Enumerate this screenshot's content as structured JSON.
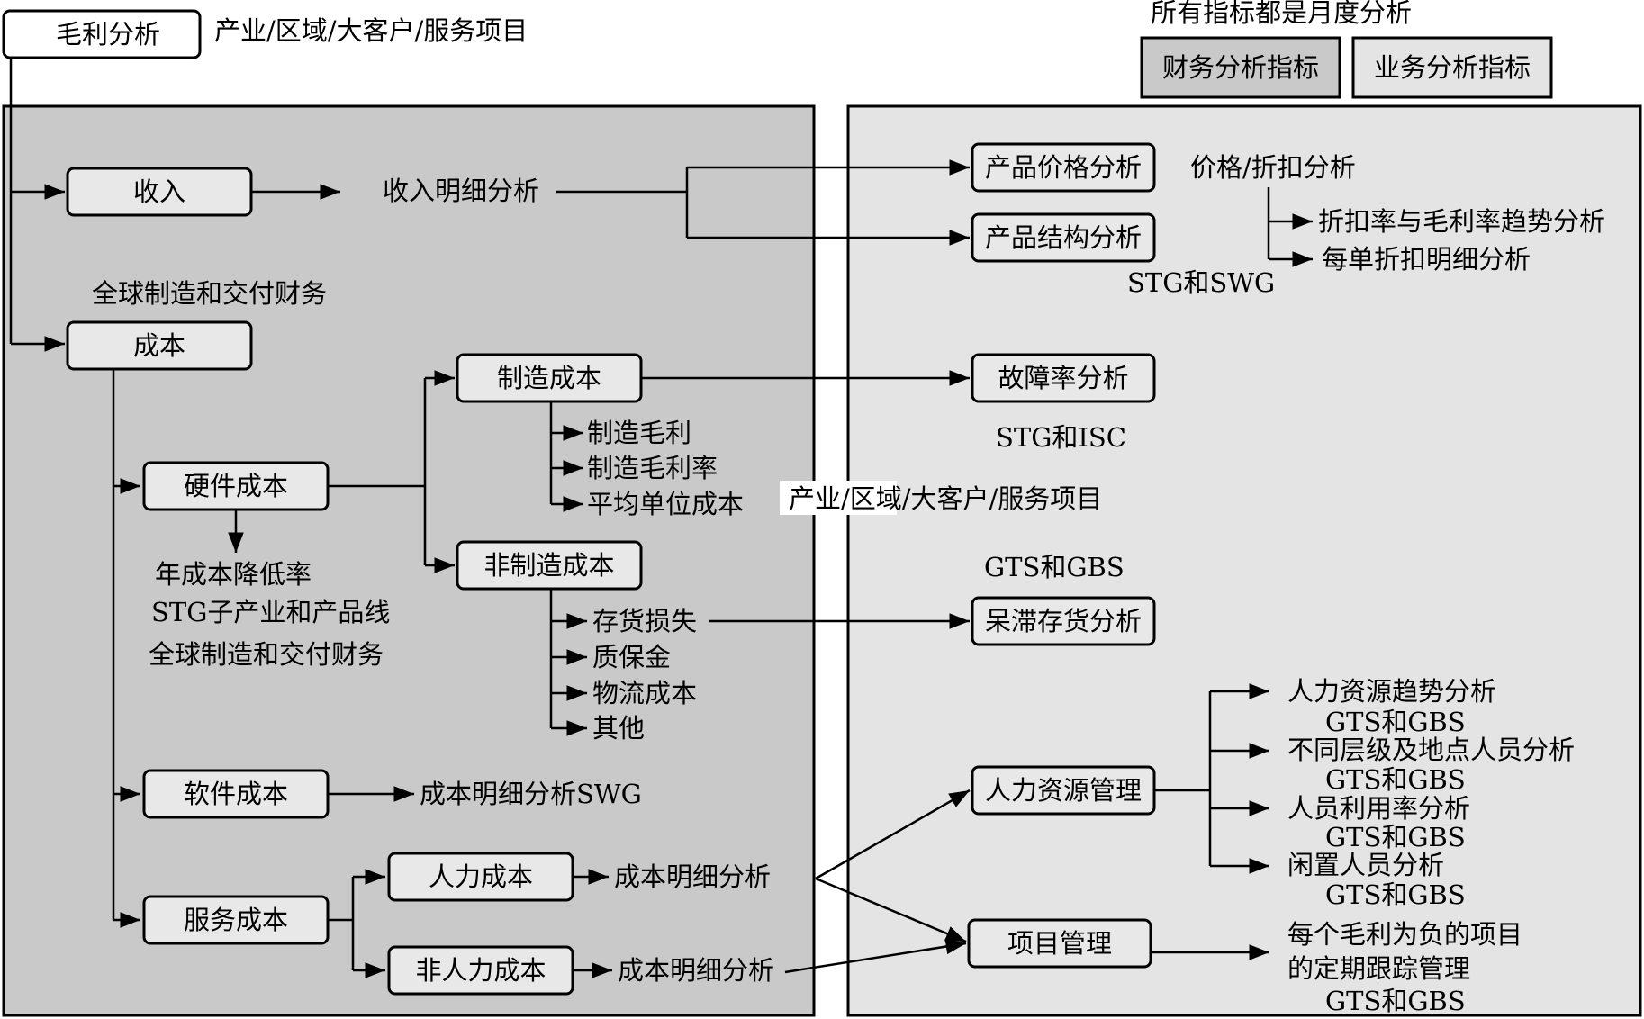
{
  "header": {
    "gross_margin_box": "毛利分析",
    "gross_margin_dims": "产业/区域/大客户/服务项目",
    "monthly_note": "所有指标都是月度分析",
    "legend_financial": "财务分析指标",
    "legend_business": "业务分析指标"
  },
  "left": {
    "revenue": "收入",
    "revenue_detail": "收入明细分析",
    "global_finance_1": "全球制造和交付财务",
    "cost": "成本",
    "hardware_cost": "硬件成本",
    "manufacturing_cost": "制造成本",
    "mfg_items": [
      "制造毛利",
      "制造毛利率",
      "平均单位成本"
    ],
    "non_manufacturing_cost": "非制造成本",
    "nonmfg_items": [
      "存货损失",
      "质保金",
      "物流成本",
      "其他"
    ],
    "hw_notes": [
      "年成本降低率",
      "STG子产业和产品线",
      "全球制造和交付财务"
    ],
    "software_cost": "软件成本",
    "software_detail": "成本明细分析SWG",
    "service_cost": "服务成本",
    "labor_cost": "人力成本",
    "labor_detail": "成本明细分析",
    "non_labor_cost": "非人力成本",
    "non_labor_detail": "成本明细分析"
  },
  "middle": {
    "dims_label": "产业/区域/大客户/服务项目"
  },
  "right": {
    "price_analysis": "产品价格分析",
    "structure_analysis": "产品结构分析",
    "price_discount": "价格/折扣分析",
    "discount_trend": "折扣率与毛利率趋势分析",
    "order_discount": "每单折扣明细分析",
    "stg_swg": "STG和SWG",
    "failure_rate": "故障率分析",
    "stg_isc": "STG和ISC",
    "gts_gbs_top": "GTS和GBS",
    "slow_inventory": "呆滞存货分析",
    "hr_management": "人力资源管理",
    "hr_items": [
      {
        "label": "人力资源趋势分析",
        "owner": "GTS和GBS"
      },
      {
        "label": "不同层级及地点人员分析",
        "owner": "GTS和GBS"
      },
      {
        "label": "人员利用率分析",
        "owner": "GTS和GBS"
      },
      {
        "label": "闲置人员分析",
        "owner": "GTS和GBS"
      }
    ],
    "project_management": "项目管理",
    "project_note_1": "每个毛利为负的项目",
    "project_note_2": "的定期跟踪管理",
    "project_owner": "GTS和GBS"
  }
}
